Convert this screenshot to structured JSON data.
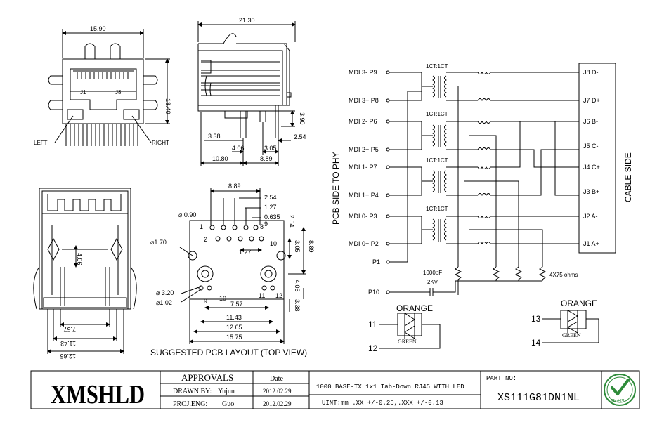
{
  "drawing": {
    "front_view": {
      "width": "15.90",
      "height": "13.40",
      "j1": "J1",
      "j8": "J8",
      "left": "LEFT",
      "right": "RIGHT"
    },
    "side_view": {
      "length": "21.30",
      "d1": "3.38",
      "d2": "4.06",
      "d3": "3.05",
      "d4": "2.54",
      "d5": "10.80",
      "d6": "8.89",
      "d7": "3.90"
    },
    "bottom_view": {
      "d1": "4.06",
      "d2": "7.57",
      "d3": "11.43",
      "d4": "12.65"
    },
    "pcb": {
      "d_889": "8.89",
      "d_254a": "2.54",
      "d_127a": "1.27",
      "d_254b": "2.54",
      "d_0635": "0.635",
      "dia090": "⌀ 0.90",
      "dia170": "⌀1.70",
      "dia320": "⌀ 3.20",
      "dia102": "⌀1.02",
      "d_127b": "1.27",
      "d_305": "3.05",
      "d_889v": "8.89",
      "d_757": "7.57",
      "d_1143": "11.43",
      "d_1265": "12.65",
      "d_1575": "15.75",
      "d_406": "4.06",
      "d_338": "3.38",
      "p1": "1",
      "p2": "2",
      "p8": "8",
      "p9a": "9",
      "p10a": "10",
      "p9b": "9",
      "p10b": "10",
      "p11": "11",
      "p12": "12",
      "caption": "SUGGESTED PCB LAYOUT (TOP VIEW)"
    },
    "schematic": {
      "pcb_side": "PCB SIDE TO PHY",
      "cable_side": "CABLE SIDE",
      "left_pins": [
        "MDI 3- P9",
        "MDI 3+ P8",
        "MDI 2- P6",
        "MDI 2+ P5",
        "MDI 1- P7",
        "MDI 1+ P4",
        "MDI 0- P3",
        "MDI 0+ P2",
        "P1",
        "P10"
      ],
      "right_pins": [
        "J8 D-",
        "J7 D+",
        "J6 B-",
        "J5 C-",
        "J4 C+",
        "J3 B+",
        "J2 A-",
        "J1 A+"
      ],
      "ratio": "1CT:1CT",
      "cap": "1000pF",
      "cap_v": "2KV",
      "res": "4X75 ohms",
      "led1": {
        "color": "ORANGE",
        "pin_a": "11",
        "pin_b": "12",
        "green": "GREEN"
      },
      "led2": {
        "color": "ORANGE",
        "pin_a": "13",
        "pin_b": "14",
        "green": "GREEN"
      }
    }
  },
  "title_block": {
    "logo": "XMSHLD",
    "approvals": "APPROVALS",
    "date_header": "Date",
    "drawn_by_label": "DRAWN BY:",
    "drawn_by": "Yujun",
    "drawn_date": "2012.02.29",
    "proj_eng_label": "PROJ.ENG:",
    "proj_eng": "Guo",
    "proj_date": "2012.02.29",
    "description": "1000 BASE-TX 1x1 Tab-Down RJ45 WITH LED",
    "unit": "UINT:mm .XX +/-0.25,.XXX +/-0.13",
    "part_label": "PART NO:",
    "part_no": "XS111G81DN1NL",
    "rohs": "RoHS"
  }
}
